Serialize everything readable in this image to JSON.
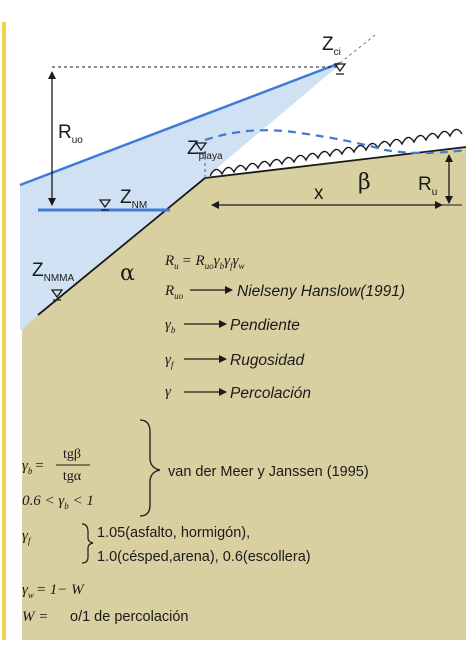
{
  "labels": {
    "z_ci": "Z",
    "z_ci_sub": "ci",
    "r_uo": "R",
    "r_uo_sub": "uo",
    "z_playa": "Z",
    "z_playa_sub": "playa",
    "z_nm": "Z",
    "z_nm_sub": "NM",
    "x": "x",
    "beta": "β",
    "r_u": "R",
    "r_u_sub": "u",
    "z_nmma": "Z",
    "z_nmma_sub": "NMMA",
    "alpha": "α"
  },
  "formulas": {
    "ru_lhs": "R",
    "ru_lhs_sub": "u",
    "ru_rhs": "= R",
    "ru_rhs_sub": "uo",
    "ru_gammas": "γ",
    "ru_g1_sub": "b",
    "ru_g2_sub": "f",
    "ru_g3_sub": "w",
    "ruo_sym": "R",
    "ruo_sub": "uo",
    "ruo_desc": "Nielseny Hanslow(1991)",
    "gb_sym": "γ",
    "gb_sub": "b",
    "gb_desc": "Pendiente",
    "gf_sym": "γ",
    "gf_sub": "f",
    "gf_desc": "Rugosidad",
    "gw_sym": "γ",
    "gw_desc": "Percolación",
    "gb_eq_lhs": "γ",
    "gb_eq_sub": "b",
    "gb_num": "tgβ",
    "gb_den": "tgα",
    "gb_range": "0.6 < γ",
    "gb_range_sub": "b",
    "gb_range_end": " < 1",
    "gb_ref": "van der Meer y Janssen (1995)",
    "gf_lhs": "γ",
    "gf_lhs_sub": "f",
    "gf_val1": "1.05(asfalto, hormigón),",
    "gf_val2": "1.0(césped,arena), 0.6(escollera)",
    "gw_eq_lhs": "γ",
    "gw_eq_sub": "w",
    "gw_eq_rhs": "= 1− W",
    "w_lhs": "W =",
    "w_rhs": "o/1 de percolación"
  },
  "colors": {
    "sand": "#d8d0a0",
    "water": "#cfe1f2",
    "water_line": "#3f7ad9",
    "accent_bar": "#f0d24a",
    "ink": "#1a1a1a"
  }
}
